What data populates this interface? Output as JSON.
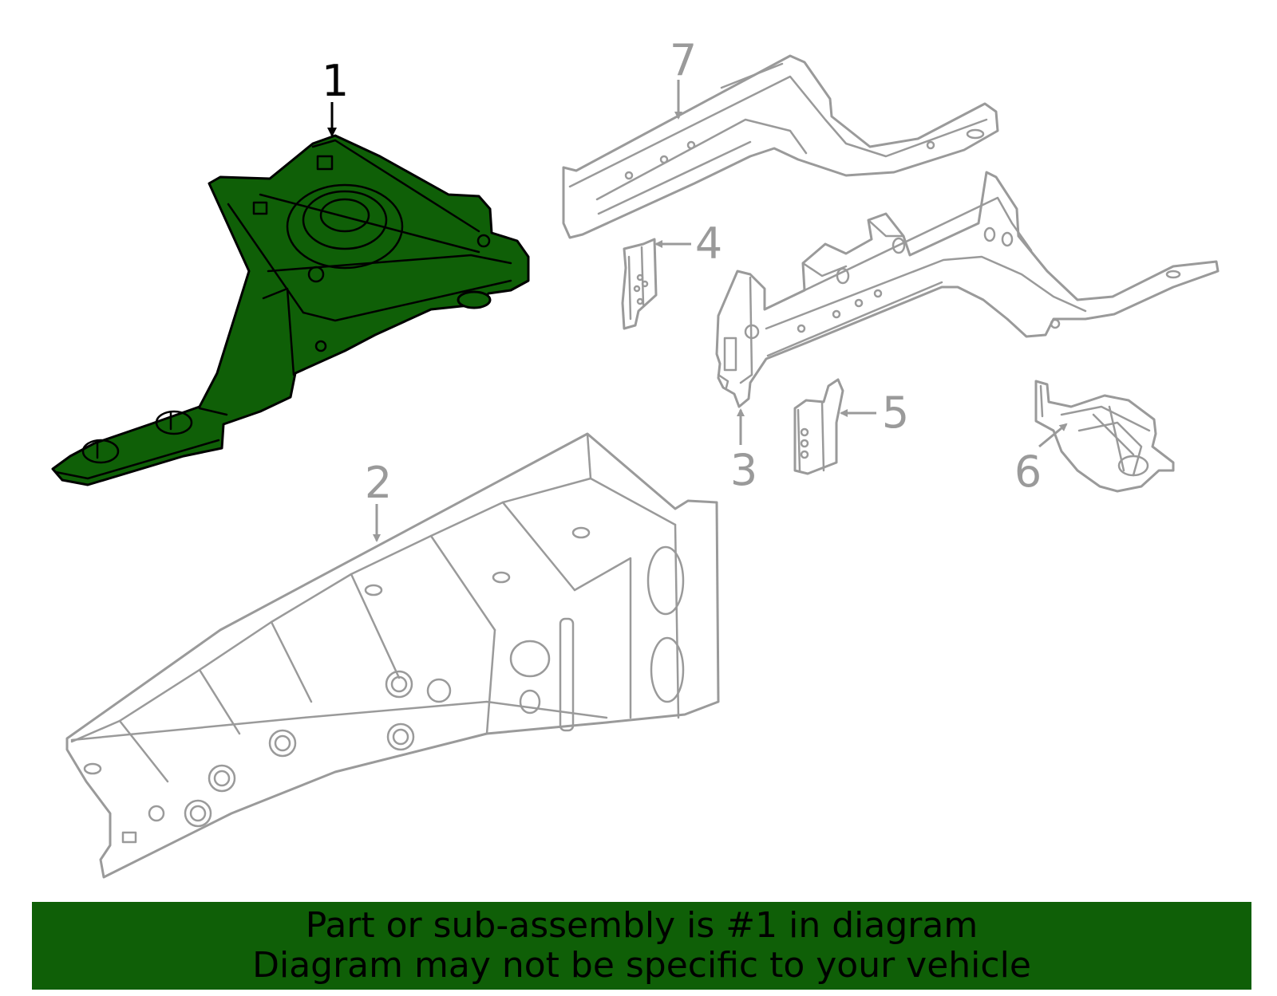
{
  "diagram": {
    "highlight_color": "#0f5f07",
    "highlighted_part": "1",
    "callouts": [
      {
        "id": "c1",
        "label": "1"
      },
      {
        "id": "c2",
        "label": "2"
      },
      {
        "id": "c3",
        "label": "3"
      },
      {
        "id": "c4",
        "label": "4"
      },
      {
        "id": "c5",
        "label": "5"
      },
      {
        "id": "c6",
        "label": "6"
      },
      {
        "id": "c7",
        "label": "7"
      }
    ]
  },
  "banner": {
    "line1": "Part or sub-assembly is #1 in diagram",
    "line2": "Diagram may not be specific to your vehicle",
    "color": "#0f5f07"
  }
}
